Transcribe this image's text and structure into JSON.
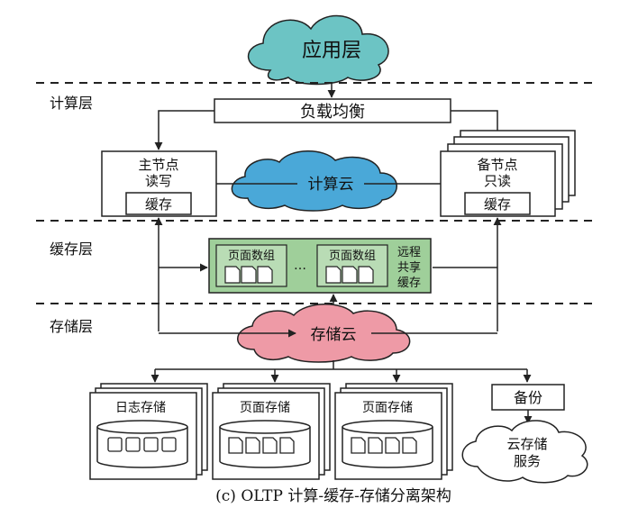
{
  "layers": {
    "compute": "计算层",
    "cache": "缓存层",
    "storage": "存储层"
  },
  "app_layer": "应用层",
  "load_balancer": "负载均衡",
  "primary": {
    "title": "主节点",
    "mode": "读写",
    "cache": "缓存"
  },
  "standby": {
    "title": "备节点",
    "mode": "只读",
    "cache": "缓存"
  },
  "compute_cloud": "计算云",
  "remote_cache": {
    "page_group_1": "页面数组",
    "ellipsis": "…",
    "page_group_2": "页面数组",
    "label_line1": "远程",
    "label_line2": "共享",
    "label_line3": "缓存"
  },
  "storage_cloud": "存储云",
  "log_storage": "日志存储",
  "page_storage_1": "页面存储",
  "page_storage_2": "页面存储",
  "backup": "备份",
  "cloud_storage_service": {
    "line1": "云存储",
    "line2": "服务"
  },
  "caption": "(c) OLTP 计算-缓存-存储分离架构",
  "colors": {
    "app_cloud": "#6cc4c4",
    "compute_cloud": "#4aa8d8",
    "storage_cloud": "#ee9aa6",
    "remote_cache": "#9fcf9a",
    "stroke": "#222222"
  }
}
